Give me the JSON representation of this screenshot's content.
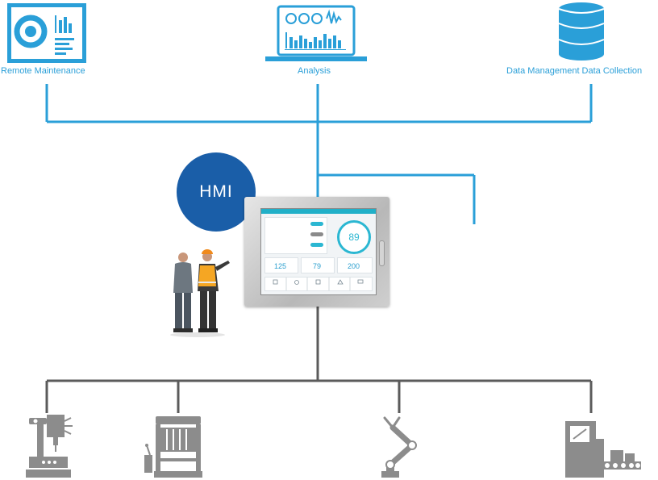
{
  "top_nodes": [
    {
      "label": "Remote Maintenance",
      "icon": "monitor-dashboard-icon"
    },
    {
      "label": "Analysis",
      "icon": "laptop-analysis-icon"
    },
    {
      "label": "Data Management  Data Collection",
      "icon": "database-icon"
    }
  ],
  "hmi": {
    "badge": "HMI",
    "screen": {
      "gauge_value": "89",
      "values": [
        "125",
        "79",
        "200"
      ]
    }
  },
  "colors": {
    "blue_line": "#2a9fd8",
    "gray_line": "#5b5b5b",
    "hmi_badge": "#1a5ea8",
    "machine_gray": "#8c8c8c"
  },
  "bottom_nodes": [
    {
      "icon": "milling-machine-icon"
    },
    {
      "icon": "press-machine-icon"
    },
    {
      "icon": "robot-arm-icon"
    },
    {
      "icon": "packaging-machine-icon"
    }
  ]
}
